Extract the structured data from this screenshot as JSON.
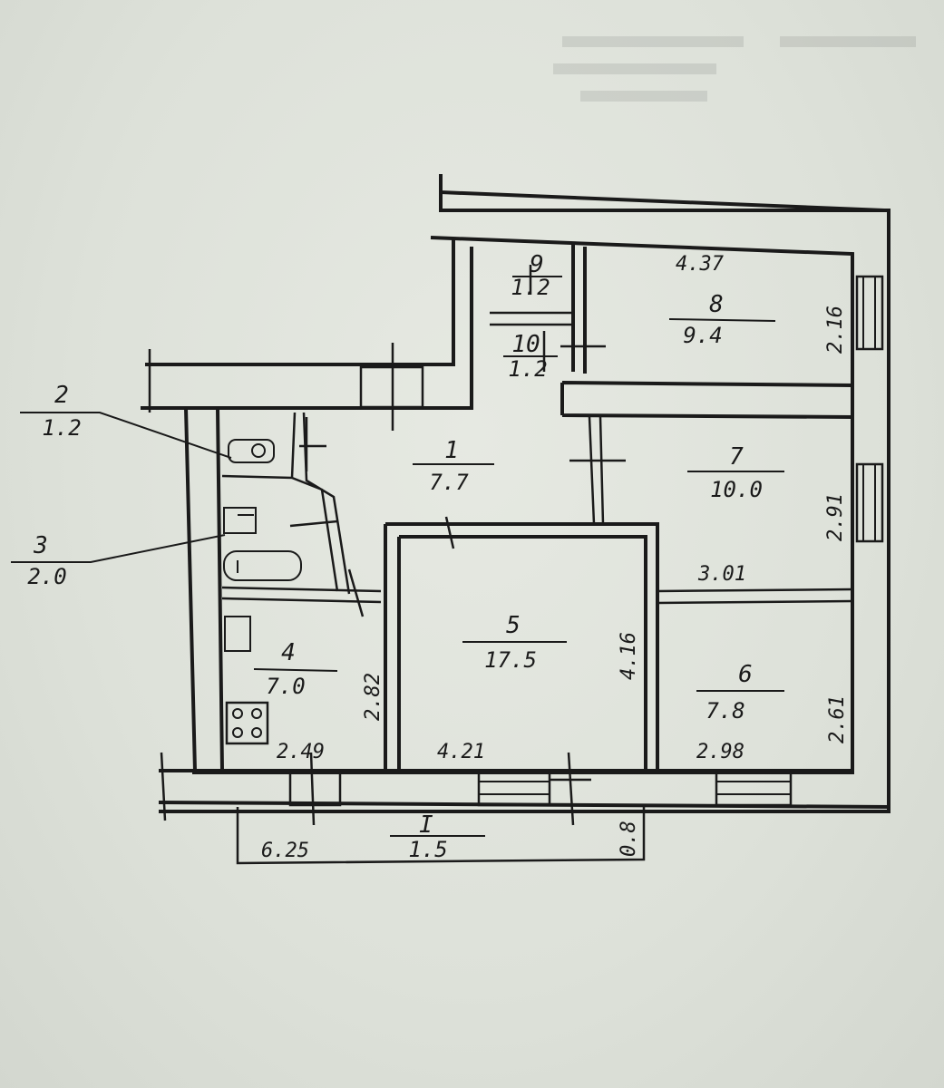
{
  "rooms": [
    {
      "number": "1",
      "area": "7.7"
    },
    {
      "number": "2",
      "area": "1.2"
    },
    {
      "number": "3",
      "area": "2.0"
    },
    {
      "number": "4",
      "area": "7.0"
    },
    {
      "number": "5",
      "area": "17.5"
    },
    {
      "number": "6",
      "area": "7.8"
    },
    {
      "number": "7",
      "area": "10.0"
    },
    {
      "number": "8",
      "area": "9.4"
    },
    {
      "number": "9",
      "area": "1.2"
    },
    {
      "number": "10",
      "area": "1.2"
    },
    {
      "number": "I",
      "area": "1.5"
    }
  ],
  "dimensions": {
    "room8_width": "4.37",
    "room8_height": "2.16",
    "room7_height": "2.91",
    "room7_width": "3.01",
    "room6_height": "2.61",
    "room6_width": "2.98",
    "room5_height": "4.16",
    "room5_width": "4.21",
    "room4_height": "2.82",
    "room4_width": "2.49",
    "balcony_length": "6.25",
    "balcony_depth": "0.8"
  }
}
